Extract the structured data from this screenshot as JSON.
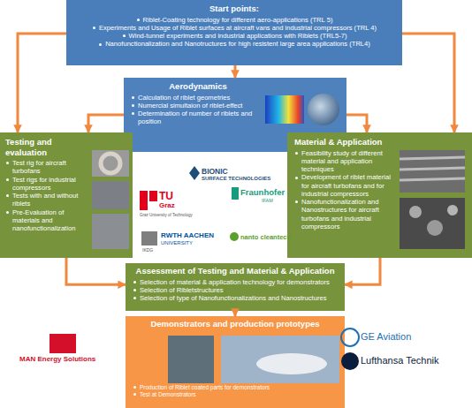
{
  "diagram": {
    "nodes": [
      {
        "text": [
          "Start points:",
          "Riblet-Coating technology for different aero-applications (TRL 5)",
          "Experiments and Usage of Riblet surfaces at aircraft vans and industrial compressors (TRL 4)",
          "Wind-tunnel experiments and industrial applications with Riblets (TRL5-7)",
          "Nanofunctionalization and Nanotructures for high resistent large area applications (TRL4)"
        ]
      },
      {
        "text": [
          "Aerodynamics",
          "Calculation of riblet geometries",
          "Numercial simultaion of riblet-effect",
          "Determination of number of riblets and position"
        ]
      },
      {
        "text": [
          "Testing and evaluation",
          "Test rig for aircraft turbofans",
          "Test rigs for industrial compressors",
          "Tests with and without riblets",
          "Pre-Evaluation of materials and nanofunctionalization"
        ]
      },
      {
        "text": [
          "Material & Application",
          "Feasibility study of different material and application techniques",
          "Development of riblet material for aircraft turbofans and for industrial compressors",
          "Nanofunctionalization and Nanostructures for aircraft turbofans and industrial compressors"
        ]
      },
      {
        "text": [
          "Assessment of Testing and Material & Application",
          "Selection of material & application technology for demonstrators",
          "Selection of Ribletstructures",
          "Selection of type of Nanofunctionalizations and Nanostructures"
        ]
      },
      {
        "text": [
          "Demonstrators and production prototypes",
          "Production of Riblet coated parts for demonstrators",
          "Test at Demonstrators"
        ]
      }
    ],
    "edges": [
      {
        "from": 0,
        "to": 1,
        "arrow": "to"
      },
      {
        "from": 0,
        "to": 2,
        "arrow": "to"
      },
      {
        "from": 0,
        "to": 3,
        "arrow": "to"
      },
      {
        "from": 1,
        "to": 2,
        "arrow": "to"
      },
      {
        "from": 1,
        "to": 3,
        "arrow": "to"
      },
      {
        "from": 2,
        "to": 4,
        "arrow": "to"
      },
      {
        "from": 3,
        "to": 4,
        "arrow": "to"
      },
      {
        "from": 4,
        "to": 5,
        "arrow": "to"
      }
    ],
    "labels": [
      "BIONIC",
      "SURFACE TECHNOLOGIES",
      "TU",
      "Graz",
      "Graz University of Technology",
      "Fraunhofer",
      "IFAM",
      "IKDG",
      "RWTH AACHEN",
      "UNIVERSITY",
      "nanto cleantech",
      "MAN Energy Solutions",
      "GE Aviation",
      "Lufthansa Technik"
    ]
  }
}
